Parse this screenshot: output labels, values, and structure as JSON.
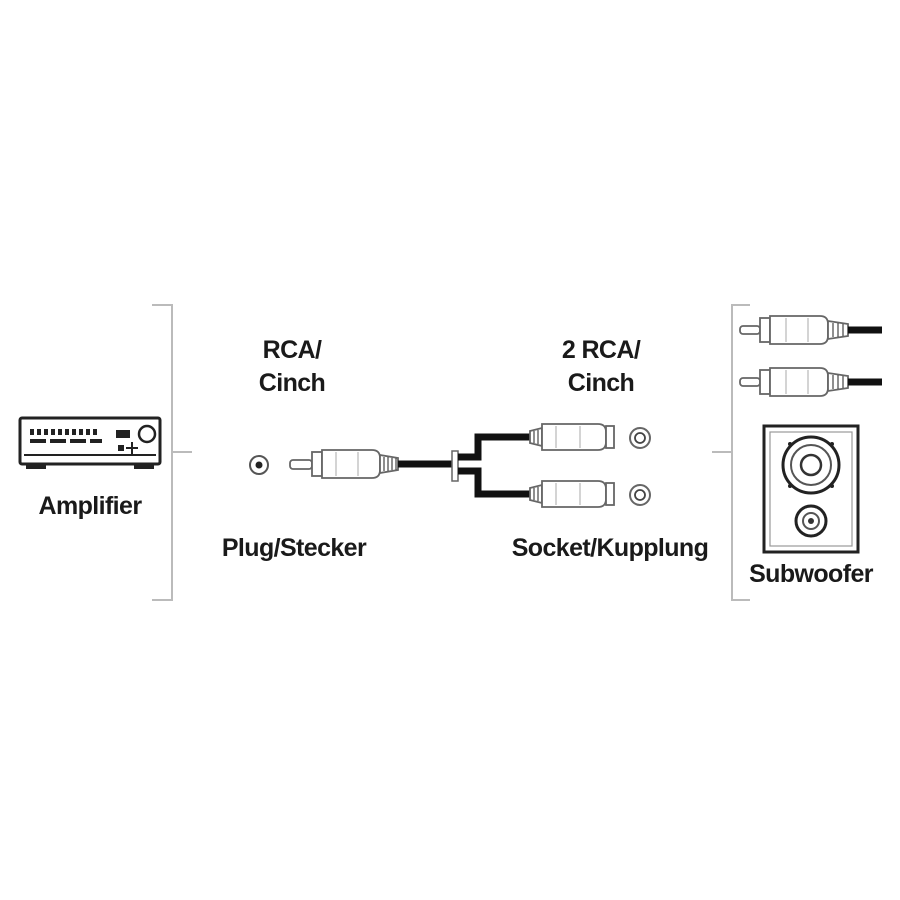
{
  "left_device": {
    "label": "Amplifier"
  },
  "plug": {
    "title_line1": "RCA/",
    "title_line2": "Cinch",
    "caption": "Plug/Stecker"
  },
  "socket": {
    "title_line1": "2 RCA/",
    "title_line2": "Cinch",
    "caption": "Socket/Kupplung"
  },
  "right_device": {
    "label": "Subwoofer"
  }
}
